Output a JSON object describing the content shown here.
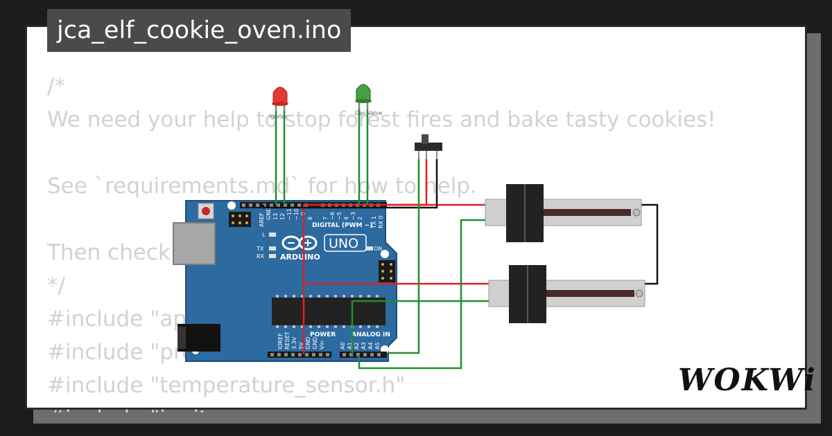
{
  "project": {
    "filename": "jca_elf_cookie_oven.ino"
  },
  "code_lines": [
    "/*",
    "We need your help to stop forest fires and bake tasty cookies!",
    "",
    "See `requirements.md` for how to help.",
    "",
    "Then check",
    "*/",
    "#include \"api",
    "#include \"pro",
    "#include \"temperature_sensor.h\"",
    "#include \"ignit"
  ],
  "components": {
    "led_igniter": {
      "label": "Igniter",
      "color": "#e53935"
    },
    "led_gas_valve": {
      "label": "Gas Valve",
      "color": "#43a047"
    },
    "board": {
      "name": "ARDUINO",
      "model": "UNO",
      "digital_header": "DIGITAL (PWM ~)",
      "power_header": "POWER",
      "analog_header": "ANALOG IN",
      "on_label": "ON",
      "l_label": "L",
      "tx_label": "TX",
      "rx_label": "RX",
      "top_pins": [
        "AREF",
        "GND",
        "13",
        "12",
        "~11",
        "~10",
        "~9",
        "8",
        "7",
        "~6",
        "~5",
        "4",
        "~3",
        "2",
        "TX 1",
        "RX 0"
      ],
      "bottom_pins": [
        "IOREF",
        "RESET",
        "3.3V",
        "5V",
        "GND",
        "GND",
        "Vin",
        "A0",
        "A1",
        "A2",
        "A3",
        "A4",
        "A5"
      ],
      "color": "#2c6aa0"
    }
  },
  "wire_colors": {
    "power": "#e02020",
    "signal": "#1f8f2a",
    "ground": "#111111"
  },
  "brand": {
    "logo_text": "WOKWi"
  }
}
